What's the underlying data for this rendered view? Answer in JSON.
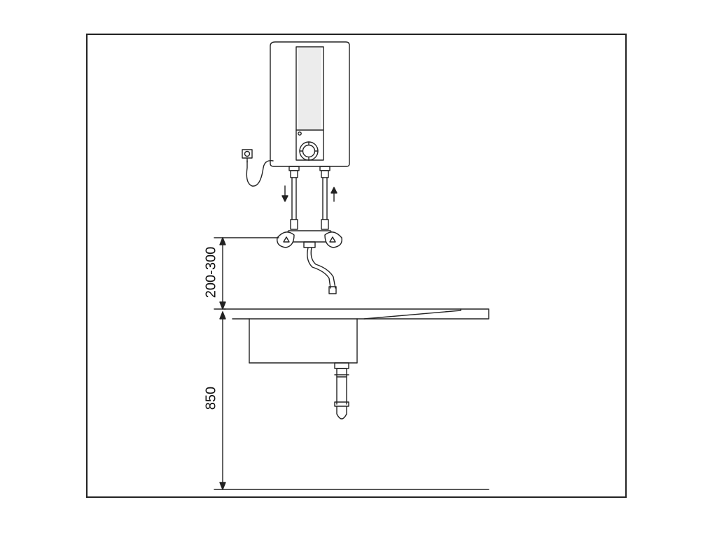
{
  "dimensions": {
    "tap_to_sink_height": "200-300",
    "sink_to_floor_height": "850"
  },
  "components": {
    "heater": "water-heater",
    "temperature_knob": "temperature-knob-icon",
    "power_plug": "power-plug-icon",
    "flow_down_arrow": "arrow-down-icon",
    "flow_up_arrow": "arrow-up-icon",
    "tap_handles": "tap-handle-icon",
    "sink": "sink-basin",
    "drain": "drain-trap"
  },
  "colors": {
    "line": "#222222",
    "window": "#e8e8e8",
    "background": "#ffffff"
  }
}
